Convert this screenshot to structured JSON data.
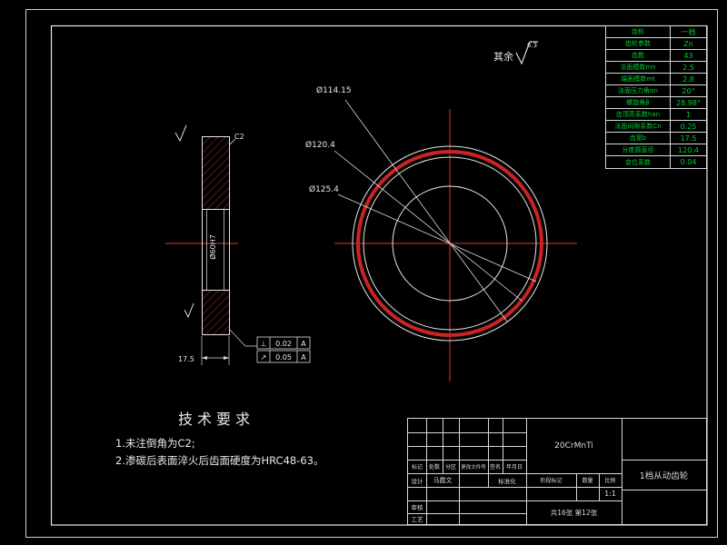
{
  "colors": {
    "background": "#000000",
    "lines": "#e8e8e8",
    "centerline_red": "#e03434",
    "table_text_green": "#00cc33"
  },
  "annotations": {
    "surface_note": "其余",
    "surface_roughness": "6.3",
    "dia_labels": [
      "Ø114.15",
      "Ø120.4",
      "Ø125.4"
    ],
    "chamfer_label": "C2",
    "bore_label": "Ø60H7",
    "width_dim": "17.5",
    "tolerances": [
      {
        "symbol": "⊥",
        "value": "0.02",
        "datum": "A"
      },
      {
        "symbol": "↗",
        "value": "0.05",
        "datum": "A"
      }
    ]
  },
  "param_table": {
    "rows": [
      {
        "label": "齿轮",
        "value": "一档"
      },
      {
        "label": "齿轮参数",
        "value": "Zn"
      },
      {
        "label": "齿数",
        "value": "43"
      },
      {
        "label": "法面模数mn",
        "value": "2.5"
      },
      {
        "label": "端面模数mt",
        "value": "2.8"
      },
      {
        "label": "法面压力角αn",
        "value": "20°"
      },
      {
        "label": "螺旋角β",
        "value": "28.98°"
      },
      {
        "label": "齿顶高系数han",
        "value": "1"
      },
      {
        "label": "法面间隙系数Cn",
        "value": "0.25"
      },
      {
        "label": "齿宽b",
        "value": "17.5"
      },
      {
        "label": "分度圆直径",
        "value": "120.4"
      },
      {
        "label": "变位系数",
        "value": "0.04"
      }
    ]
  },
  "tech_req": {
    "title": "技术要求",
    "items": [
      "1.未注倒角为C2;",
      "2.渗碳后表面淬火后齿面硬度为HRC48-63。"
    ]
  },
  "title_block": {
    "material": "20CrMnTi",
    "part_name": "1档从动齿轮",
    "designer": "马霞文",
    "scale_value": "1:1",
    "sheets": "共16张 第12张",
    "labels": {
      "mark": "标记",
      "count": "处数",
      "zone": "分区",
      "change_doc": "更改文件号",
      "sign": "签名",
      "date": "年月日",
      "design": "设计",
      "standardize": "标准化",
      "stage": "阶段标记",
      "qty": "数量",
      "scale": "比例",
      "check": "审核",
      "process": "工艺"
    }
  }
}
